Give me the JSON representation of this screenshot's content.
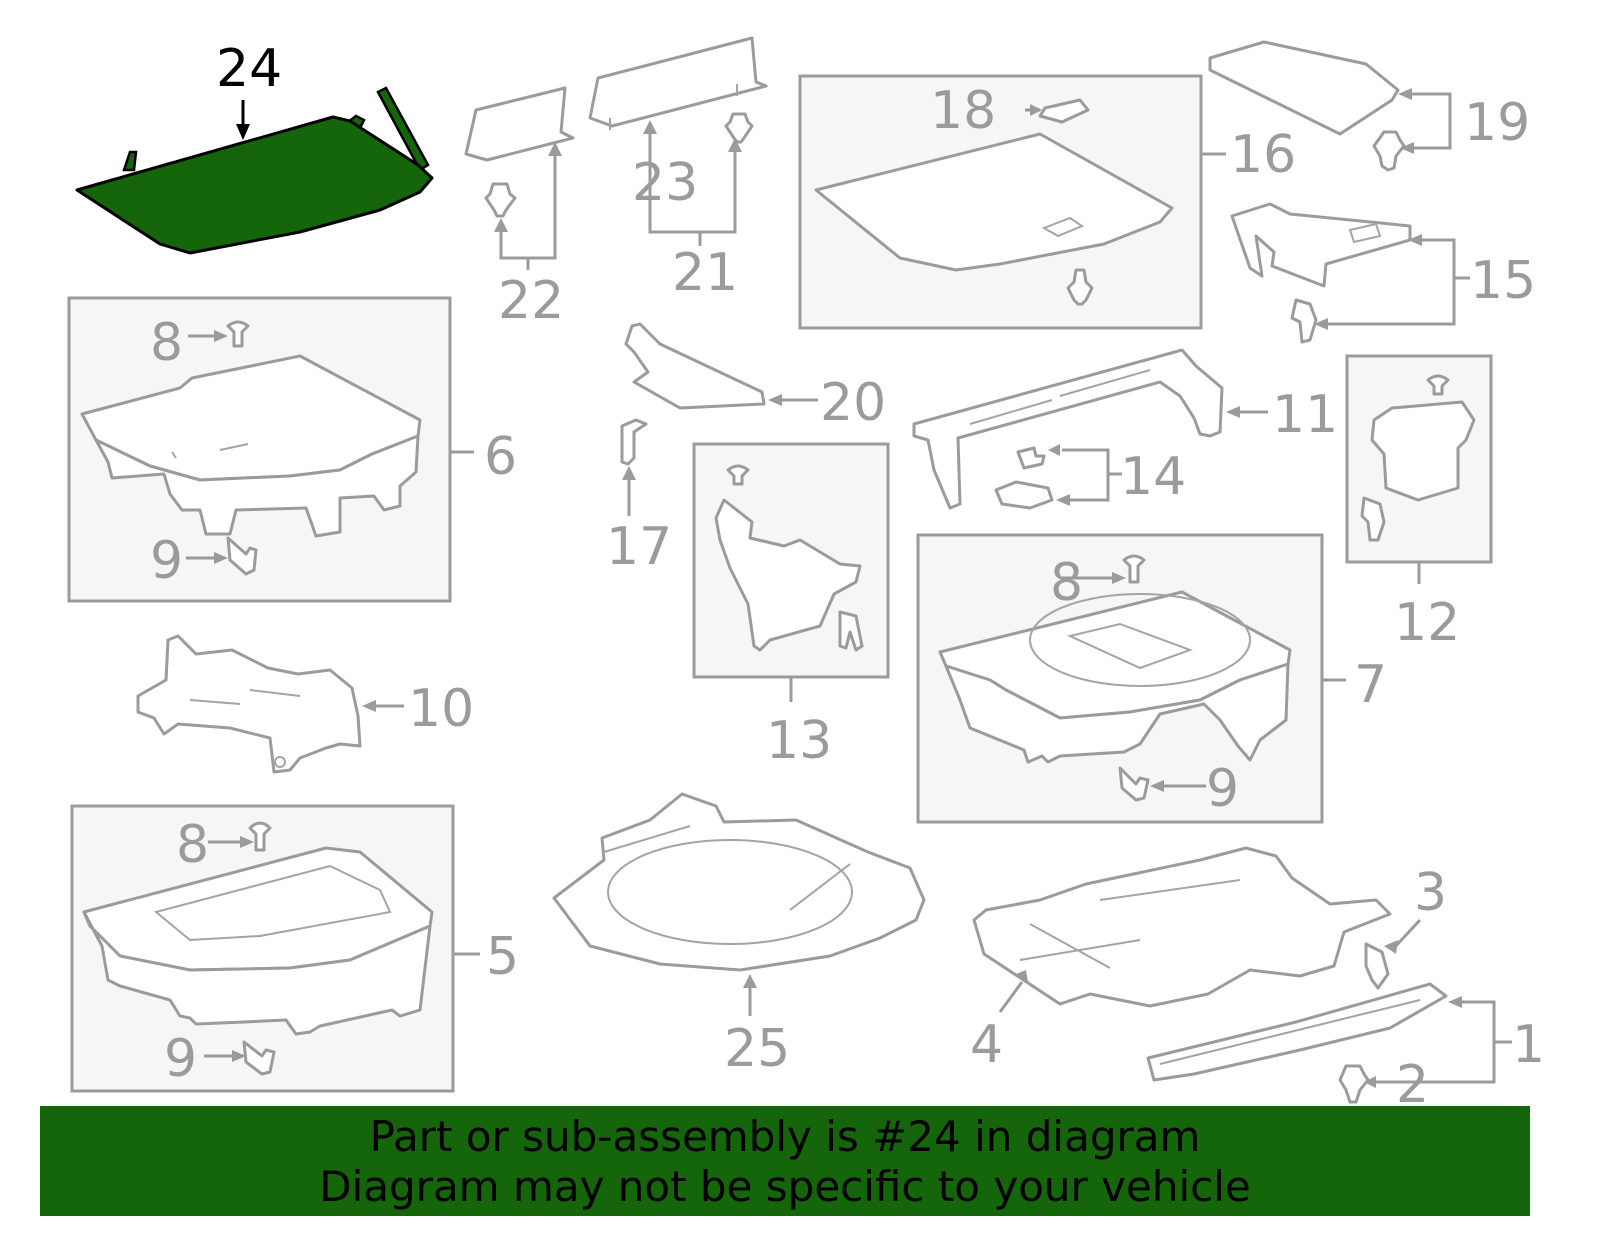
{
  "diagram": {
    "highlighted_part": "24",
    "callouts": {
      "c1": "1",
      "c2": "2",
      "c3": "3",
      "c4": "4",
      "c5": "5",
      "c6": "6",
      "c7": "7",
      "c8a": "8",
      "c8b": "8",
      "c8c": "8",
      "c9a": "9",
      "c9b": "9",
      "c9c": "9",
      "c10": "10",
      "c11": "11",
      "c12": "12",
      "c13": "13",
      "c14": "14",
      "c15": "15",
      "c16": "16",
      "c17": "17",
      "c18": "18",
      "c19": "19",
      "c20": "20",
      "c21": "21",
      "c22": "22",
      "c23": "23",
      "c24": "24",
      "c25": "25"
    },
    "colors": {
      "highlight": "#15650a",
      "part_line": "#9b9b9b",
      "banner": "#15650a"
    }
  },
  "banner": {
    "line1": "Part or sub-assembly is #24 in diagram",
    "line2": "Diagram may not be specific to your vehicle"
  }
}
